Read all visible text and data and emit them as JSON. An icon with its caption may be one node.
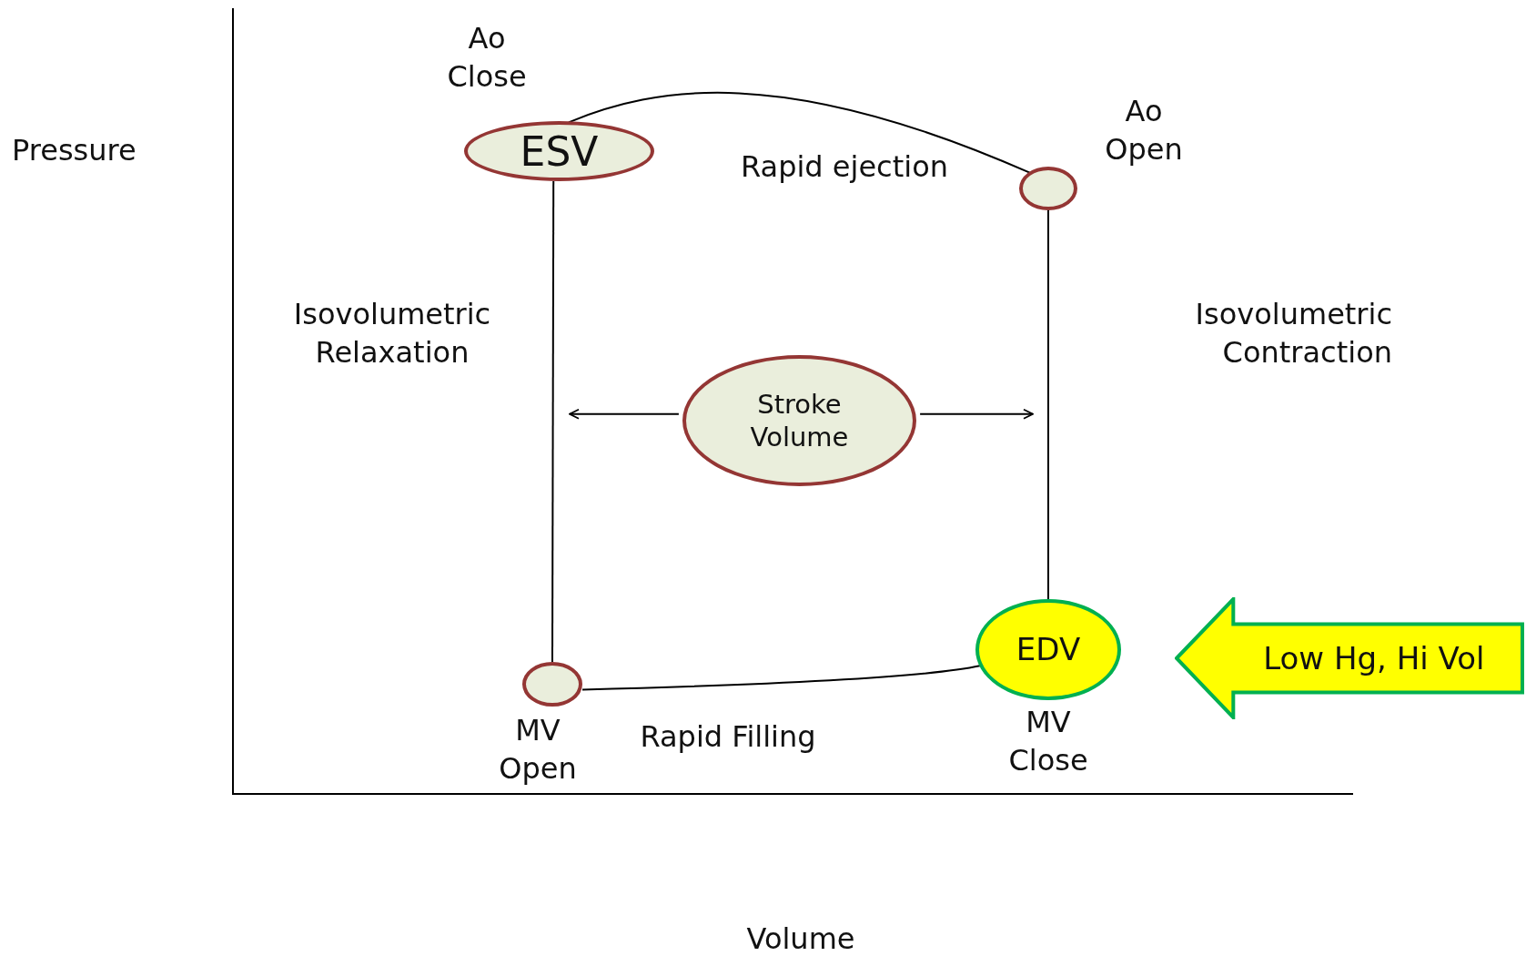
{
  "diagram": {
    "nodes": [
      {
        "text": [
          "ESV"
        ],
        "beside": [
          "Ao Close"
        ]
      },
      {
        "text": [],
        "shape": "circle",
        "beside": [
          "Ao Open"
        ]
      },
      {
        "text": [
          "Stroke Volume"
        ]
      },
      {
        "text": [],
        "shape": "circle",
        "beside": [
          "MV Open"
        ]
      },
      {
        "text": [
          "EDV"
        ],
        "beside": [
          "MV Close"
        ]
      },
      {
        "text": [
          "Low Hg, Hi Vol"
        ]
      }
    ],
    "edges": [
      {
        "from": 0,
        "to": 1,
        "arrow": "none"
      },
      {
        "from": 1,
        "to": 4,
        "arrow": "none"
      },
      {
        "from": 4,
        "to": 3,
        "arrow": "none"
      },
      {
        "from": 3,
        "to": 0,
        "arrow": "none"
      },
      {
        "from": 2,
        "to": null,
        "arrow": "to"
      },
      {
        "from": 2,
        "to": null,
        "arrow": "to"
      }
    ],
    "labels": [
      "Pressure",
      "Rapid ejection",
      "Isovolumetric Relaxation",
      "Isovolumetric Contraction",
      "Rapid Filling",
      "Volume"
    ]
  }
}
